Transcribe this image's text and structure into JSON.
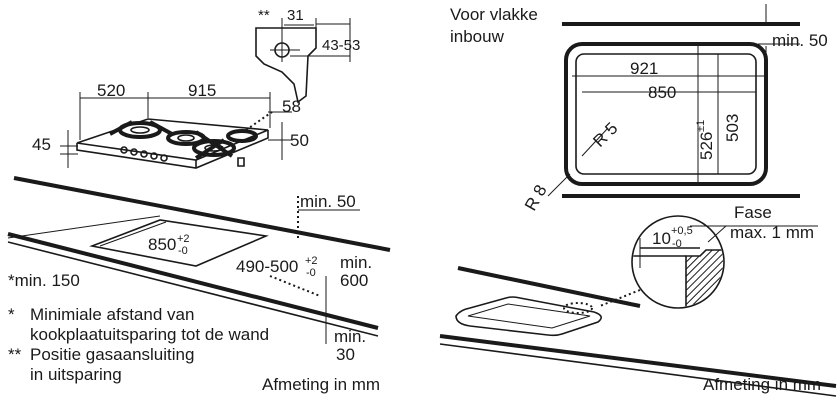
{
  "left": {
    "dims": {
      "asterisk_pos": "**",
      "gas_offset": "31",
      "gas_depth": "43-53",
      "depth": "520",
      "width": "915",
      "right_edge": "58",
      "height": "45",
      "front": "50"
    },
    "cutout": {
      "min_50": "min. 50",
      "width_base": "850",
      "width_sup": "+2",
      "width_sub": "-0",
      "depth_base": "490-500",
      "depth_sup": "+2",
      "depth_sub": "-0",
      "min_600_a": "min.",
      "min_600_b": "600",
      "min_150": "*min. 150",
      "min_30_a": "min.",
      "min_30_b": "30"
    },
    "notes": {
      "star1": "*",
      "line1a": "Minimiale afstand van",
      "line1b": "kookplaatuitsparing tot de wand",
      "star2": "**",
      "line2a": "Positie gasaansluiting",
      "line2b": "in uitsparing"
    },
    "unit": "Afmeting in mm"
  },
  "right": {
    "title_a": "Voor vlakke",
    "title_b": "inbouw",
    "dims": {
      "min_50": "min. 50",
      "w921": "921",
      "w850": "850",
      "r5": "R 5",
      "r8": "R 8",
      "d526": "526",
      "d526_tol": "±1",
      "d503": "503"
    },
    "detail": {
      "fase": "Fase",
      "max": "max. 1 mm",
      "ten": "10",
      "sup": "+0,5",
      "sub": "-0"
    },
    "unit": "Afmeting in mm"
  },
  "colors": {
    "line": "#1a1a1a",
    "hatch": "#1a1a1a",
    "background": "#ffffff"
  }
}
